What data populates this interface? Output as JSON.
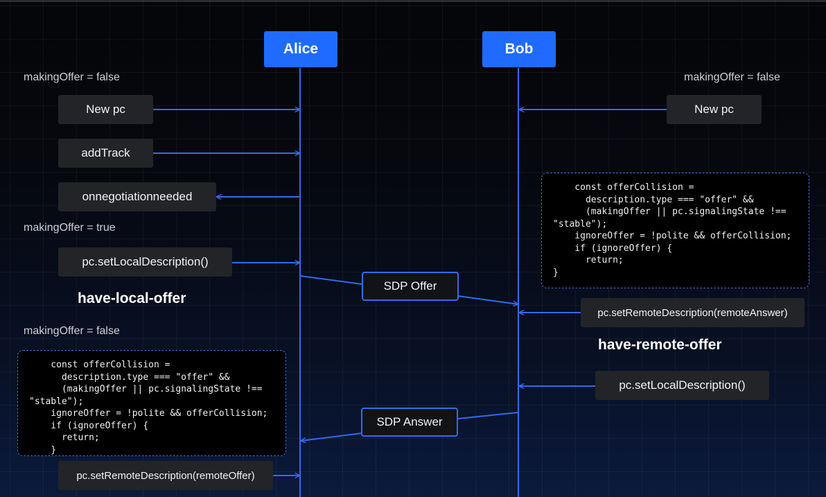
{
  "actors": {
    "alice": "Alice",
    "bob": "Bob"
  },
  "notes": {
    "alice_making_offer_false_1": "makingOffer = false",
    "bob_making_offer_false": "makingOffer = false",
    "alice_making_offer_true": "makingOffer = true",
    "alice_making_offer_false_2": "makingOffer = false"
  },
  "steps": {
    "alice_new_pc": "New pc",
    "alice_add_track": "addTrack",
    "alice_onnegotiationneeded": "onnegotiationneeded",
    "alice_set_local": "pc.setLocalDescription()",
    "alice_set_remote": "pc.setRemoteDescription(remoteOffer)",
    "bob_new_pc": "New pc",
    "bob_set_remote": "pc.setRemoteDescription(remoteAnswer)",
    "bob_set_local": "pc.setLocalDescription()"
  },
  "messages": {
    "sdp_offer": "SDP Offer",
    "sdp_answer": "SDP Answer"
  },
  "states": {
    "alice": "have-local-offer",
    "bob": "have-remote-offer"
  },
  "code": {
    "bob": "    const offerCollision =\n      description.type === \"offer\" &&\n      (makingOffer || pc.signalingState !==\n\"stable\");\n    ignoreOffer = !polite && offerCollision;\n    if (ignoreOffer) {\n      return;\n}",
    "alice": "    const offerCollision =\n      description.type === \"offer\" &&\n      (makingOffer || pc.signalingState !==\n\"stable\");\n    ignoreOffer = !polite && offerCollision;\n    if (ignoreOffer) {\n      return;\n    }"
  },
  "colors": {
    "accent": "#1f6bff",
    "line": "#2f6cf0",
    "box": "#232427"
  }
}
